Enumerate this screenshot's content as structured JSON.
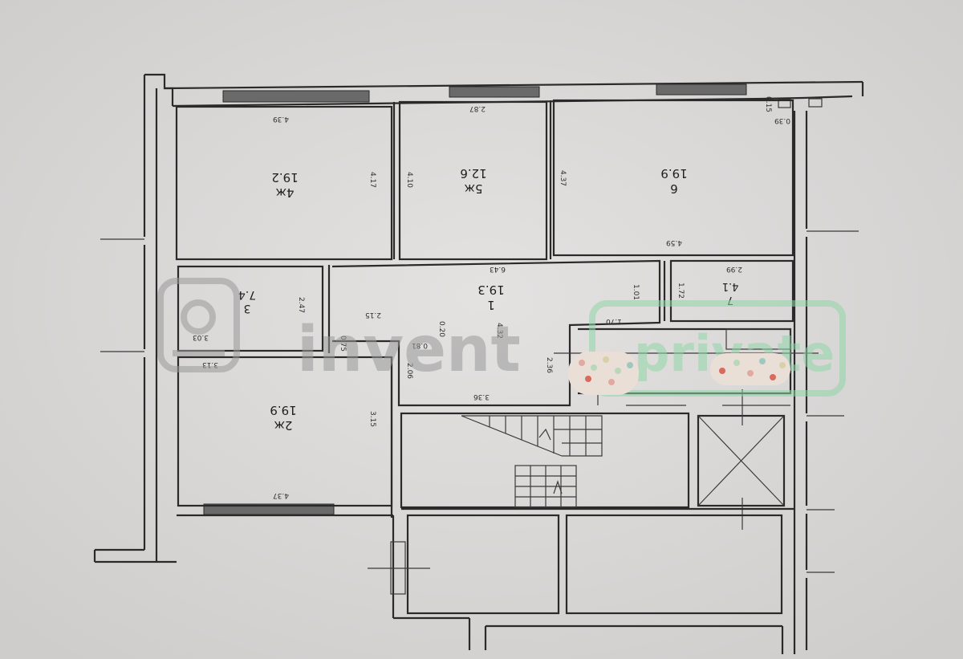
{
  "rooms": [
    {
      "id": "room-4",
      "label": "4ж",
      "area": "19.2"
    },
    {
      "id": "room-5",
      "label": "5ж",
      "area": "12.6"
    },
    {
      "id": "room-6",
      "label": "6",
      "area": "19.9"
    },
    {
      "id": "room-3",
      "label": "3",
      "area": "7.4"
    },
    {
      "id": "room-1",
      "label": "1",
      "area": "19.3"
    },
    {
      "id": "room-7",
      "label": "7",
      "area": "4.1"
    },
    {
      "id": "room-2",
      "label": "2ж",
      "area": "19.9"
    }
  ],
  "dimensions": [
    "4.39",
    "4.17",
    "4.10",
    "2.87",
    "4.37",
    "4.59",
    "0.39",
    "0.15",
    "6.43",
    "2.99",
    "1.72",
    "1.01",
    "1.70",
    "2.47",
    "2.15",
    "3.03",
    "3.13",
    "0.75",
    "0.81",
    "0.20",
    "4.32",
    "2.06",
    "2.36",
    "3.36",
    "3.15",
    "4.37"
  ],
  "watermark": {
    "brand": "invent",
    "badge": "private"
  },
  "colors": {
    "paper": "#d9d7d6",
    "wall": "#2a2a2a",
    "watermark_green": "#8fd6a8"
  }
}
